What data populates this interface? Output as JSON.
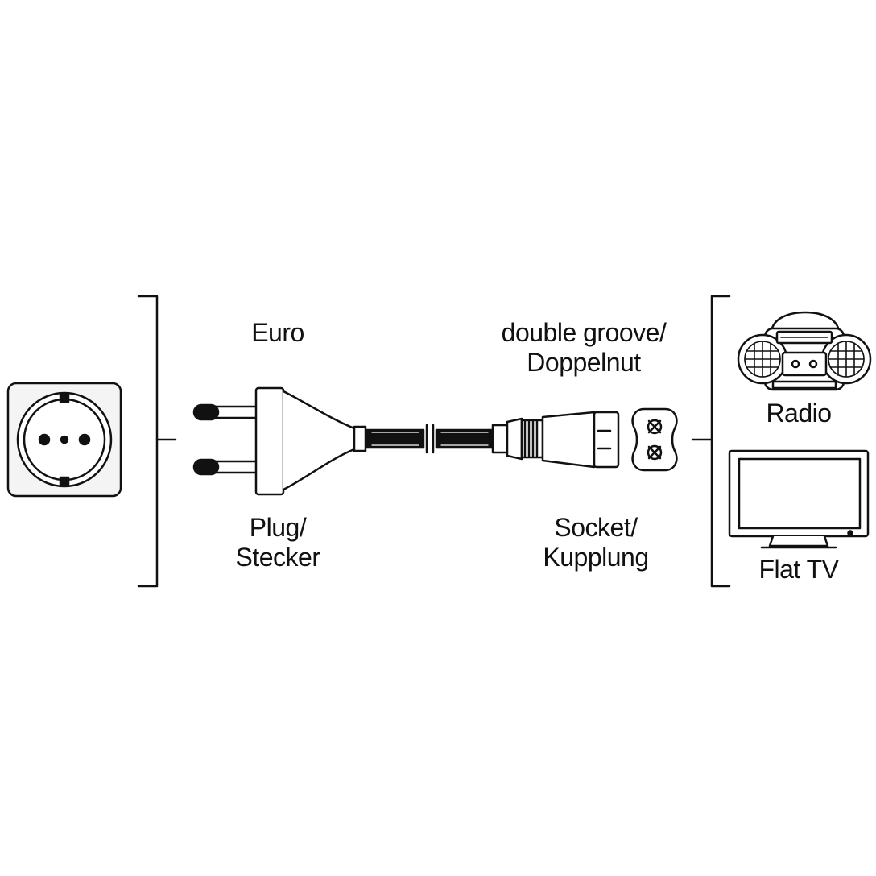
{
  "labels": {
    "euro": "Euro",
    "plug_line1": "Plug/",
    "plug_line2": "Stecker",
    "groove_line1": "double groove/",
    "groove_line2": "Doppelnut",
    "socket_line1": "Socket/",
    "socket_line2": "Kupplung",
    "radio": "Radio",
    "flat_tv": "Flat TV"
  },
  "icons": {
    "wall_socket": "schuko-wall-socket-icon",
    "plug": "euro-plug-icon",
    "connector": "c7-connector-icon",
    "socket_face": "figure-8-socket-icon",
    "radio": "boombox-radio-icon",
    "tv": "flat-tv-icon"
  },
  "colors": {
    "line": "#111111",
    "fill": "#ffffff",
    "panel": "#f4f4f4"
  }
}
